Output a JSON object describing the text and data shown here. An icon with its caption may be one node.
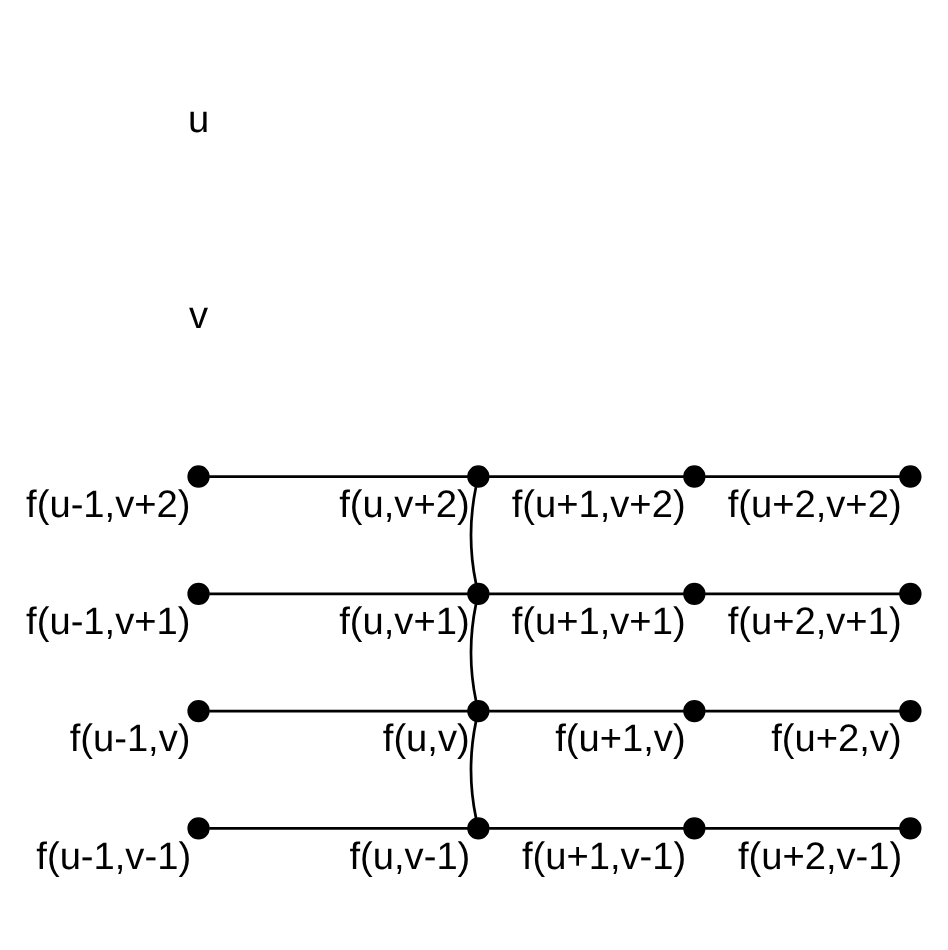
{
  "diagram": {
    "nodes": [
      {
        "text": [
          "f(u-1,v+2)"
        ]
      },
      {
        "text": [
          "f(u,v+2)"
        ]
      },
      {
        "text": [
          "f(u+1,v+2)"
        ]
      },
      {
        "text": [
          "f(u+2,v+2)"
        ]
      },
      {
        "text": [
          "f(u-1,v+1)"
        ]
      },
      {
        "text": [
          "f(u,v+1)"
        ]
      },
      {
        "text": [
          "f(u+1,v+1)"
        ]
      },
      {
        "text": [
          "f(u+2,v+1)"
        ]
      },
      {
        "text": [
          "f(u-1,v)"
        ]
      },
      {
        "text": [
          "f(u,v)"
        ]
      },
      {
        "text": [
          "f(u+1,v)"
        ]
      },
      {
        "text": [
          "f(u+2,v)"
        ]
      },
      {
        "text": [
          "f(u-1,v-1)"
        ]
      },
      {
        "text": [
          "f(u,v-1)"
        ]
      },
      {
        "text": [
          "f(u+1,v-1)"
        ]
      },
      {
        "text": [
          "f(u+2,v-1)"
        ]
      }
    ],
    "edges": [
      {
        "from": 0,
        "to": 1,
        "arrow": "none"
      },
      {
        "from": 1,
        "to": 2,
        "arrow": "none"
      },
      {
        "from": 2,
        "to": 3,
        "arrow": "none"
      },
      {
        "from": 4,
        "to": 5,
        "arrow": "none"
      },
      {
        "from": 5,
        "to": 6,
        "arrow": "none"
      },
      {
        "from": 6,
        "to": 7,
        "arrow": "none"
      },
      {
        "from": 8,
        "to": 9,
        "arrow": "none"
      },
      {
        "from": 9,
        "to": 10,
        "arrow": "none"
      },
      {
        "from": 10,
        "to": 11,
        "arrow": "none"
      },
      {
        "from": 12,
        "to": 13,
        "arrow": "none"
      },
      {
        "from": 13,
        "to": 14,
        "arrow": "none"
      },
      {
        "from": 14,
        "to": 15,
        "arrow": "none"
      },
      {
        "from": 1,
        "to": 5,
        "arrow": "none"
      },
      {
        "from": 5,
        "to": 9,
        "arrow": "none"
      },
      {
        "from": 9,
        "to": 13,
        "arrow": "none"
      }
    ],
    "labels": [
      "v",
      "u"
    ]
  }
}
